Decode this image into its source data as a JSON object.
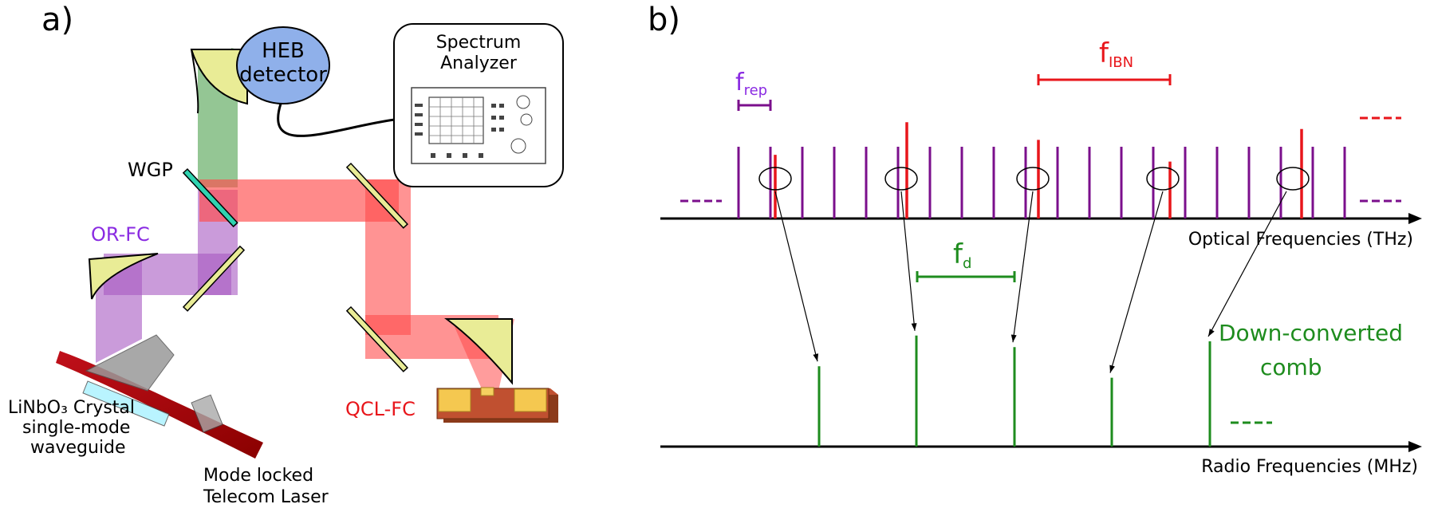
{
  "panel_a": {
    "label": "a)",
    "heb_detector": [
      "HEB",
      "detector"
    ],
    "spectrum_analyzer": [
      "Spectrum",
      "Analyzer"
    ],
    "wgp": "WGP",
    "or_fc": "OR-FC",
    "qcl_fc": "QCL-FC",
    "crystal": [
      "LiNbO₃ Crystal",
      "single-mode",
      "waveguide"
    ],
    "laser": [
      "Mode locked",
      "Telecom Laser"
    ]
  },
  "panel_b": {
    "label": "b)",
    "f_rep": {
      "main": "f",
      "sub": "rep"
    },
    "f_ibn": {
      "main": "f",
      "sub": "IBN"
    },
    "f_d": {
      "main": "f",
      "sub": "d"
    },
    "optical_axis": "Optical  Frequencies (THz)",
    "radio_axis": "Radio Frequencies (MHz)",
    "down_converted": [
      "Down-converted",
      "comb"
    ]
  },
  "colors": {
    "purple": "#7b0f8c",
    "red": "#e8161b",
    "green": "#1e8c1e",
    "label_purple": "#8a2be2",
    "label_red": "#e8161b",
    "heb_fill": "#8fb0ea"
  },
  "comb_levels": {
    "optical_comb_line_count": 20,
    "red_lines_relative_height": [
      0.47,
      0.71,
      0.58,
      0.42,
      0.66
    ],
    "green_lines_relative_height": [
      0.42,
      0.58,
      0.52,
      0.36,
      0.55
    ]
  }
}
